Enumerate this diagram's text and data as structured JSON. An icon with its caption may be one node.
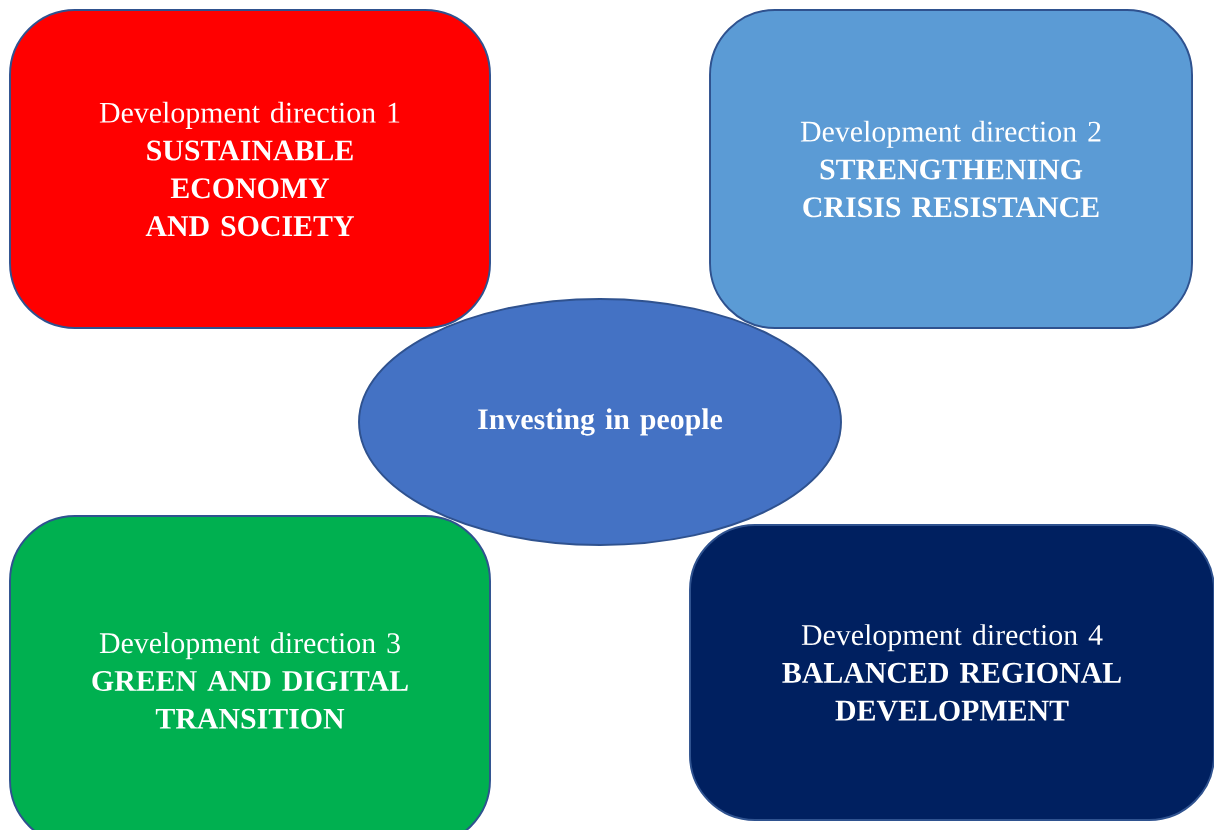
{
  "diagram": {
    "nodes": [
      {
        "text": [
          "Development direction 1",
          "SUSTAINABLE ECONOMY AND SOCIETY"
        ]
      },
      {
        "text": [
          "Development direction 2",
          "STRENGTHENING CRISIS RESISTANCE"
        ]
      },
      {
        "text": [
          "Investing in people"
        ]
      },
      {
        "text": [
          "Development direction 3",
          "GREEN AND DIGITAL TRANSITION"
        ]
      },
      {
        "text": [
          "Development direction 4",
          "BALANCED REGIONAL DEVELOPMENT"
        ]
      }
    ]
  }
}
